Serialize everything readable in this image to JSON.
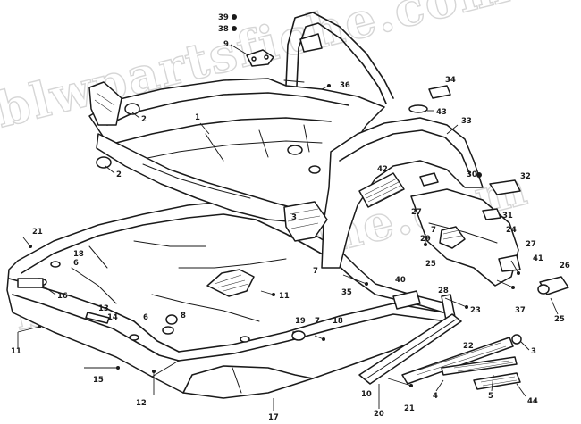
{
  "watermark": {
    "text_top": "blwpartsfiche.com",
    "text_bottom": "blwpartsfiche.com"
  },
  "callouts": [
    {
      "id": "c39",
      "label": "39"
    },
    {
      "id": "c38",
      "label": "38"
    },
    {
      "id": "c9",
      "label": "9"
    },
    {
      "id": "c36",
      "label": "36"
    },
    {
      "id": "c34",
      "label": "34"
    },
    {
      "id": "c43",
      "label": "43"
    },
    {
      "id": "c2a",
      "label": "2"
    },
    {
      "id": "c2b",
      "label": "2"
    },
    {
      "id": "c1",
      "label": "1"
    },
    {
      "id": "c33",
      "label": "33"
    },
    {
      "id": "c42",
      "label": "42"
    },
    {
      "id": "c30",
      "label": "30"
    },
    {
      "id": "c32",
      "label": "32"
    },
    {
      "id": "c3a",
      "label": "3"
    },
    {
      "id": "c27a",
      "label": "27"
    },
    {
      "id": "c31",
      "label": "31"
    },
    {
      "id": "c21a",
      "label": "21"
    },
    {
      "id": "c7a",
      "label": "7"
    },
    {
      "id": "c24",
      "label": "24"
    },
    {
      "id": "c29",
      "label": "29"
    },
    {
      "id": "c25a",
      "label": "25"
    },
    {
      "id": "c27b",
      "label": "27"
    },
    {
      "id": "c41",
      "label": "41"
    },
    {
      "id": "c26",
      "label": "26"
    },
    {
      "id": "c18a",
      "label": "18"
    },
    {
      "id": "c6a",
      "label": "6"
    },
    {
      "id": "c7b",
      "label": "7"
    },
    {
      "id": "c35",
      "label": "35"
    },
    {
      "id": "c40",
      "label": "40"
    },
    {
      "id": "c28",
      "label": "28"
    },
    {
      "id": "c11a",
      "label": "11"
    },
    {
      "id": "c37",
      "label": "37"
    },
    {
      "id": "c25b",
      "label": "25"
    },
    {
      "id": "c16",
      "label": "16"
    },
    {
      "id": "c23",
      "label": "23"
    },
    {
      "id": "c13",
      "label": "13"
    },
    {
      "id": "c14",
      "label": "14"
    },
    {
      "id": "c6b",
      "label": "6"
    },
    {
      "id": "c8",
      "label": "8"
    },
    {
      "id": "c19",
      "label": "19"
    },
    {
      "id": "c7c",
      "label": "7"
    },
    {
      "id": "c18b",
      "label": "18"
    },
    {
      "id": "c11b",
      "label": "11"
    },
    {
      "id": "c22",
      "label": "22"
    },
    {
      "id": "c3b",
      "label": "3"
    },
    {
      "id": "c15",
      "label": "15"
    },
    {
      "id": "c10",
      "label": "10"
    },
    {
      "id": "c4",
      "label": "4"
    },
    {
      "id": "c5",
      "label": "5"
    },
    {
      "id": "c12",
      "label": "12"
    },
    {
      "id": "c20",
      "label": "20"
    },
    {
      "id": "c21b",
      "label": "21"
    },
    {
      "id": "c17",
      "label": "17"
    },
    {
      "id": "c44",
      "label": "44"
    }
  ],
  "colors": {
    "ink": "#1a1a1a",
    "paper": "#ffffff",
    "watermark": "#d6d6d6"
  }
}
